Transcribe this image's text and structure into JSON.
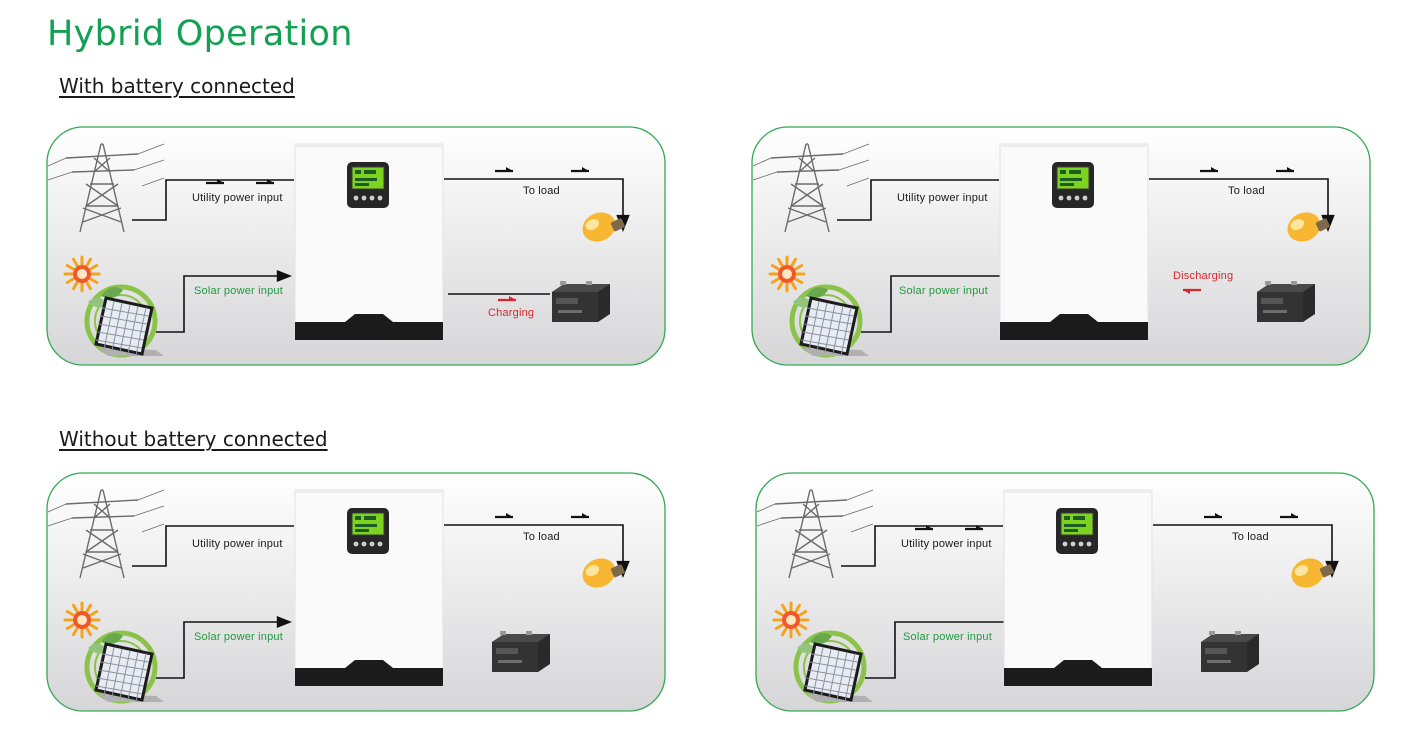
{
  "page": {
    "title": "Hybrid Operation",
    "sections": [
      {
        "heading": "With battery connected"
      },
      {
        "heading": "Without battery connected"
      }
    ]
  },
  "colors": {
    "title_green": "#12a052",
    "panel_border": "#34a853",
    "solar_label": "#1f9a3c",
    "battery_flow_red": "#d8262c",
    "inverter_base": "#1b1b1b"
  },
  "icons": [
    "transmission-tower-icon",
    "sun-icon",
    "solar-panel-icon",
    "inverter-icon",
    "light-bulb-icon",
    "battery-icon",
    "arrow-icon"
  ],
  "panels": [
    {
      "id": "with-battery-charging",
      "utility_label": "Utility power input",
      "solar_label": "Solar power input",
      "load_label": "To load",
      "battery_label": "Charging",
      "battery_flow": "charging",
      "utility_flow_arrows": true
    },
    {
      "id": "with-battery-discharging",
      "utility_label": "Utility power input",
      "solar_label": "Solar power input",
      "load_label": "To load",
      "battery_label": "Discharging",
      "battery_flow": "discharging",
      "utility_flow_arrows": false
    },
    {
      "id": "without-battery-solar",
      "utility_label": "Utility power input",
      "solar_label": "Solar power input",
      "load_label": "To load",
      "battery_label": "",
      "battery_flow": "none",
      "utility_flow_arrows": false
    },
    {
      "id": "without-battery-utility",
      "utility_label": "Utility power input",
      "solar_label": "Solar power input",
      "load_label": "To load",
      "battery_label": "",
      "battery_flow": "none",
      "utility_flow_arrows": true
    }
  ]
}
